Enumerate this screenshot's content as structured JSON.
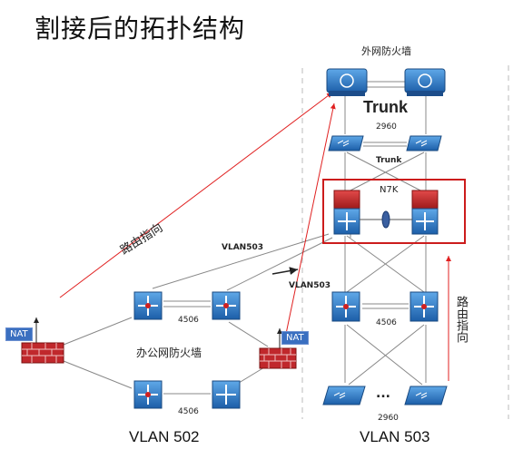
{
  "title": "割接后的拓扑结构",
  "labels": {
    "outer_firewall": "外网防火墙",
    "trunk_big": "Trunk",
    "switch_2960_top": "2960",
    "trunk_small": "Trunk",
    "n7k": "N7K",
    "vlan503_a": "VLAN503",
    "vlan503_b": "VLAN503",
    "route_left": "路由指向",
    "route_right": "路由指向",
    "switch_4506_left": "4506",
    "switch_4506_right": "4506",
    "switch_4506_bottom": "4506",
    "office_firewall": "办公网防火墙",
    "nat_left": "NAT",
    "nat_right": "NAT",
    "ellipsis": "...",
    "switch_2960_bottom": "2960",
    "vlan502_footer": "VLAN 502",
    "vlan503_footer": "VLAN 503"
  },
  "colors": {
    "accent_red": "#e02020",
    "device_blue": "#2a6fbf",
    "firewall_red": "#c0282c",
    "n7k_box": "#cc1c1c",
    "nat_blue": "#3a6fc0"
  },
  "icons": {
    "outer_firewall": "firewall-appliance-icon",
    "switch": "l3-switch-icon",
    "n7k": "core-switch-icon",
    "brick": "brick-firewall-icon",
    "access": "access-switch-icon"
  }
}
